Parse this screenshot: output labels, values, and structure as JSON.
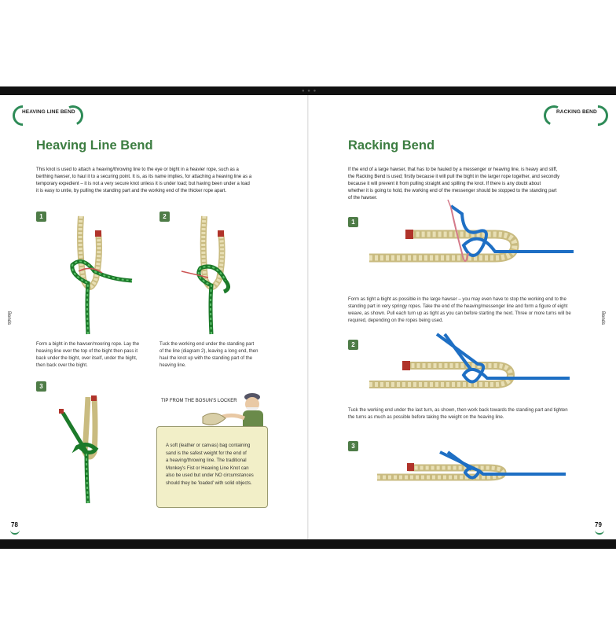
{
  "left_page": {
    "running_head": "HEAVING LINE BEND",
    "title": "Heaving Line Bend",
    "intro_lines": [
      "This knot is used to attach a heaving/throwing line to the eye or bight in a heavier rope, such as a",
      "berthing hawser, to haul it to a securing point. It is, as its name implies, for attaching a heaving line as a",
      "temporary expedient – it is not a very secure knot unless it is under load; but having been under a load",
      "it is easy to untie, by pulling the standing part and the working end of the thicker rope apart."
    ],
    "steps": [
      {
        "number": "1",
        "caption_lines": [
          "Form a bight in the hawser/mooring rope. Lay the",
          "heaving line over the top of the bight then pass it",
          "back under the bight, over itself, under the bight,",
          "then back over the bight."
        ]
      },
      {
        "number": "2",
        "caption_lines": [
          "Tuck the working end under the standing part",
          "of the line (diagram 2), leaving a long end, then",
          "haul the knot up with the standing part of the",
          "heaving line."
        ]
      },
      {
        "number": "3",
        "caption_lines": []
      }
    ],
    "tip_heading": "TIP FROM THE BOSUN'S LOCKER",
    "tip_lines": [
      "A soft (leather or canvas) bag containing",
      "sand is the safest weight for the end of",
      "a heaving/throwing line. The traditional",
      "Monkey's Fist or Heaving Line Knot can",
      "also be used but under NO circumstances",
      "should they be 'loaded' with solid objects."
    ],
    "side_tab": "Bends",
    "page_number": "78"
  },
  "right_page": {
    "running_head": "RACKING BEND",
    "title": "Racking Bend",
    "intro_lines": [
      "If the end of a large hawser, that has to be hauled by a messenger or heaving line, is heavy and stiff,",
      "the Racking Bend is used; firstly because it will pull the bight in the larger rope together, and secondly",
      "because it will prevent it from pulling straight and spilling the knot. If there is any doubt about",
      "whether it is going to hold, the working end of the messenger should be stopped to the standing part",
      "of the hawser."
    ],
    "steps": [
      {
        "number": "1",
        "caption_lines": [
          "Form as tight a bight as possible in the large hawser – you may even have to stop the working end to the",
          "standing part in very springy ropes. Take the end of the heaving/messenger line and form a figure of eight",
          "weave, as shown. Pull each turn up as tight as you can before starting the next.  Three or more turns will be",
          "required, depending on the ropes being used."
        ]
      },
      {
        "number": "2",
        "caption_lines": [
          "Tuck the working end under the last turn, as shown, then work back towards the standing part and tighten",
          "the turns as much as possible before taking the weight on the heaving line."
        ]
      },
      {
        "number": "3",
        "caption_lines": []
      }
    ],
    "side_tab": "Bends",
    "page_number": "79"
  },
  "colors": {
    "accent_green": "#3c7d41",
    "rope": "#e3d8a8",
    "heaving_line": "#2a9a3a",
    "messenger": "#1e6fc4",
    "tip_bg": "#f2efc8"
  }
}
